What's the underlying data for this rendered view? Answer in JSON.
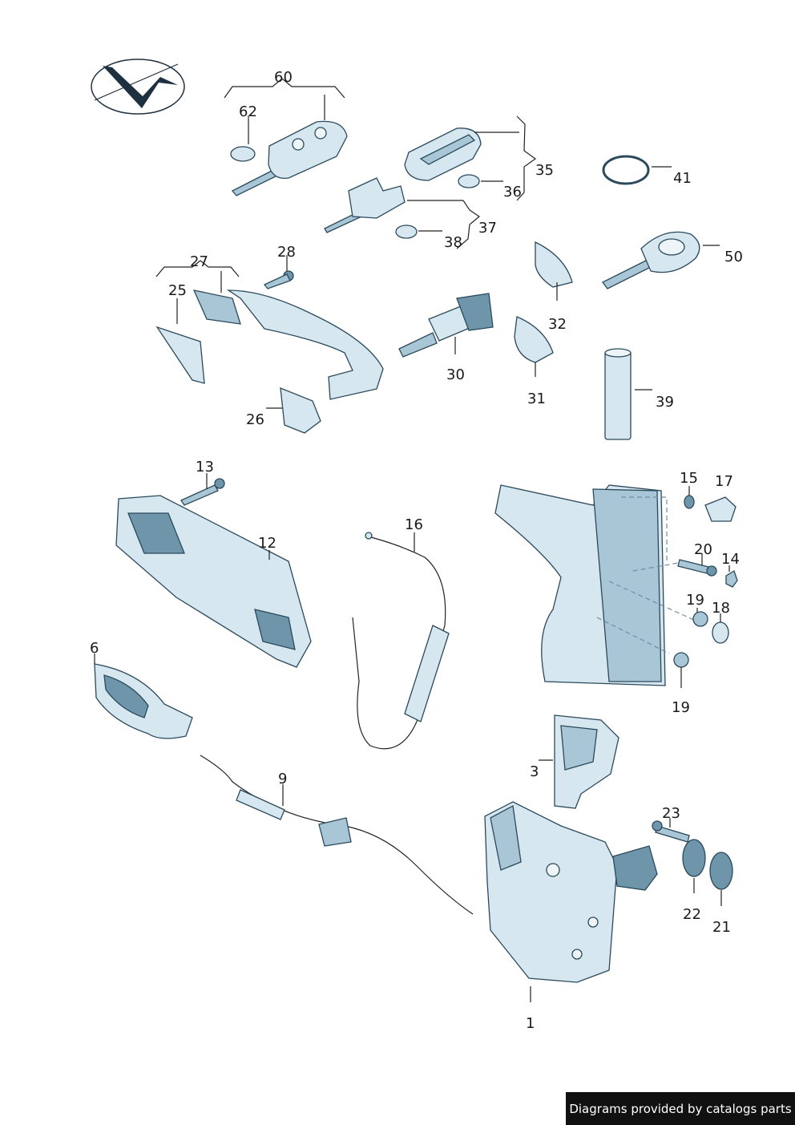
{
  "labels": {
    "l60": "60",
    "l62": "62",
    "l35": "35",
    "l36": "36",
    "l37": "37",
    "l38": "38",
    "l41": "41",
    "l50": "50",
    "l27": "27",
    "l28": "28",
    "l25": "25",
    "l26": "26",
    "l30": "30",
    "l32": "32",
    "l31": "31",
    "l39": "39",
    "l13": "13",
    "l12": "12",
    "l16": "16",
    "l15": "15",
    "l17": "17",
    "l20": "20",
    "l14": "14",
    "l19a": "19",
    "l18": "18",
    "l19b": "19",
    "l6": "6",
    "l9": "9",
    "l3": "3",
    "l23": "23",
    "l22": "22",
    "l21": "21",
    "l1": "1"
  },
  "footer": {
    "text": "Diagrams provided by catalogs parts"
  },
  "colors": {
    "part_dark": "#6f95ab",
    "part_mid": "#a9c6d6",
    "part_light": "#d6e7f0",
    "outline": "#2a4a5c"
  },
  "icons": {
    "logo": "catalog-checkmark-logo"
  }
}
